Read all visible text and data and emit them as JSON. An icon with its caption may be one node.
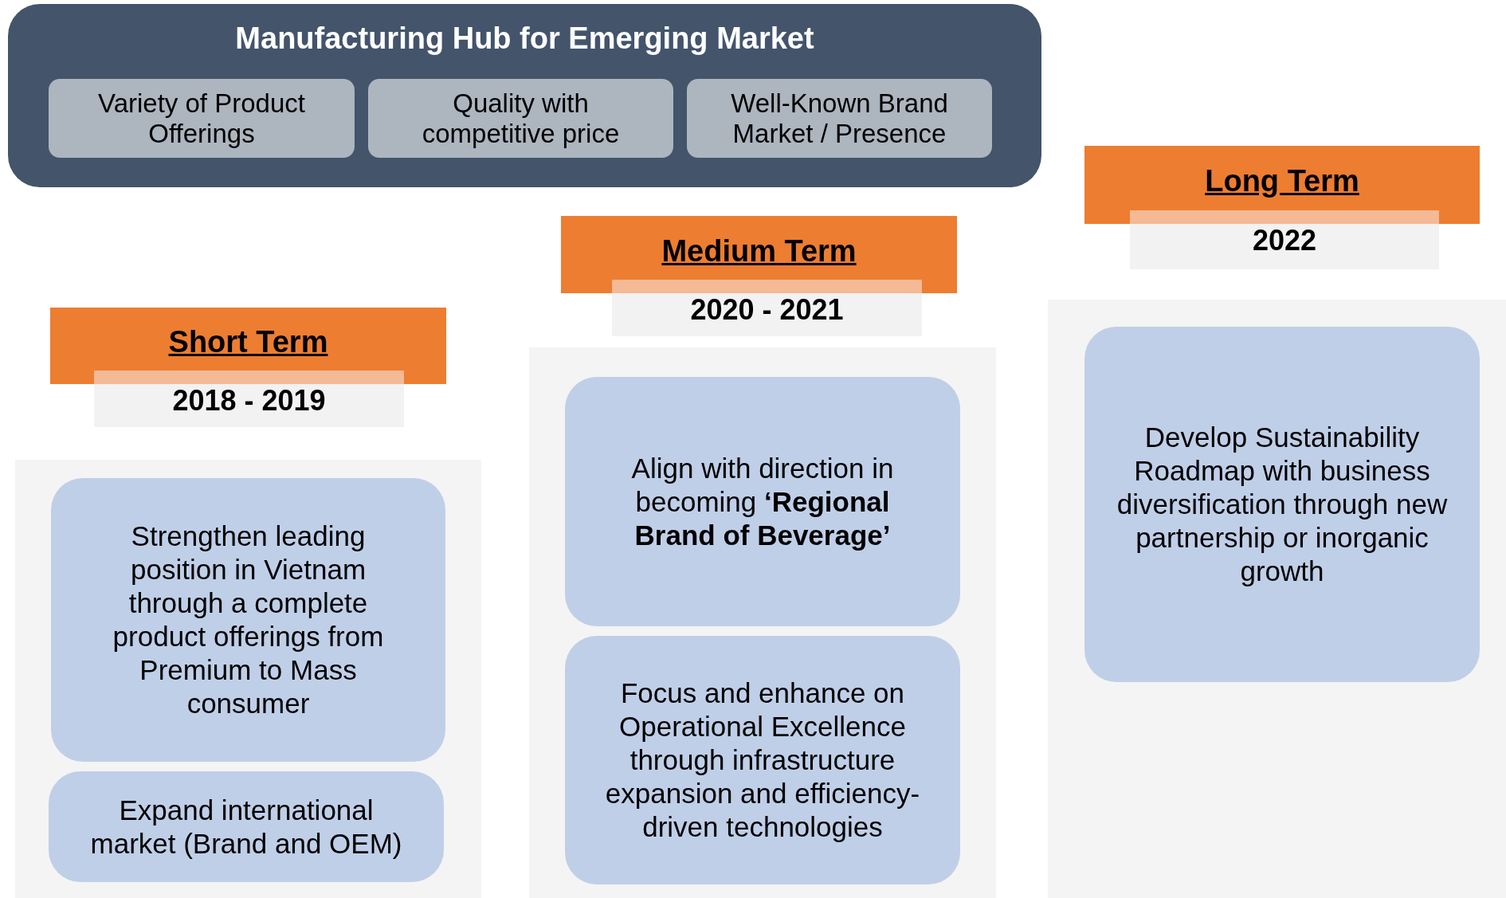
{
  "diagram": {
    "nodes": [
      {
        "text": [
          "Manufacturing Hub for Emerging Market"
        ]
      },
      {
        "text": [
          "Variety of Product Offerings"
        ],
        "in": 0
      },
      {
        "text": [
          "Quality with competitive price"
        ],
        "in": 0
      },
      {
        "text": [
          "Well-Known Brand Market / Presence"
        ],
        "in": 0
      },
      {
        "text": [
          "Short Term"
        ]
      },
      {
        "text": [
          "2018 - 2019"
        ]
      },
      {
        "text": [],
        "shape": "box"
      },
      {
        "text": [
          "Strengthen leading position in Vietnam through a complete product offerings from Premium to Mass consumer"
        ],
        "in": 6
      },
      {
        "text": [
          "Expand international market (Brand and OEM)"
        ],
        "in": 6
      },
      {
        "text": [
          "Medium Term"
        ]
      },
      {
        "text": [
          "2020 - 2021"
        ]
      },
      {
        "text": [],
        "shape": "box"
      },
      {
        "text": [
          "Align with direction in becoming **‘Regional Brand of Beverage’**"
        ],
        "in": 11
      },
      {
        "text": [
          "Focus and enhance on Operational Excellence through infrastructure expansion and efficiency-driven technologies"
        ],
        "in": 11
      },
      {
        "text": [
          "Long Term"
        ]
      },
      {
        "text": [
          "2022"
        ]
      },
      {
        "text": [],
        "shape": "box"
      },
      {
        "text": [
          "Develop Sustainability Roadmap with business diversification through new partnership or inorganic growth"
        ],
        "in": 16
      }
    ]
  }
}
